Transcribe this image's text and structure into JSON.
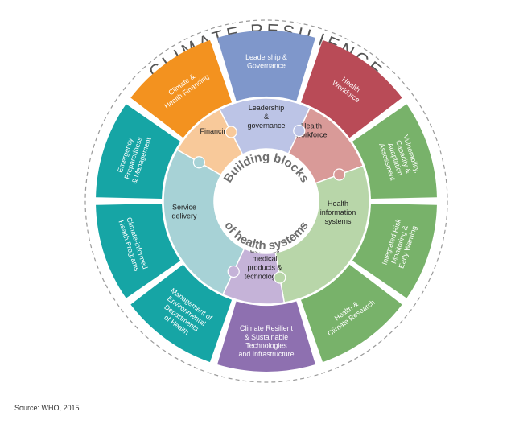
{
  "title": "CLIMATE RESILIENCE",
  "center_text_top": "Building blocks",
  "center_text_bottom": "of health systems",
  "outer_segments": [
    {
      "lines": [
        "Leadership &",
        "Governance"
      ],
      "color": "#7f97cb"
    },
    {
      "lines": [
        "Health",
        "Workforce"
      ],
      "color": "#b94b57"
    },
    {
      "lines": [
        "Vulnerability,",
        "Capacity &",
        "Adaptation",
        "Assessment"
      ],
      "color": "#78b26a"
    },
    {
      "lines": [
        "Integrated Risk",
        "Monitoring &",
        "Early Warning"
      ],
      "color": "#78b26a"
    },
    {
      "lines": [
        "Health &",
        "Climate Research"
      ],
      "color": "#78b26a"
    },
    {
      "lines": [
        "Climate Resilient",
        "& Sustainable",
        "Technologies",
        "and Infrastructure"
      ],
      "color": "#8e70b0"
    },
    {
      "lines": [
        "Management of",
        "Environmental",
        "Departments",
        "of Health"
      ],
      "color": "#16a5a5"
    },
    {
      "lines": [
        "Climate-informed",
        "Health Programs"
      ],
      "color": "#16a5a5"
    },
    {
      "lines": [
        "Emergency",
        "Preparedness",
        "& Management"
      ],
      "color": "#16a5a5"
    },
    {
      "lines": [
        "Climate &",
        "Health Financing"
      ],
      "color": "#f3921f"
    }
  ],
  "inner_blocks": [
    {
      "lines": [
        "Leadership",
        "&",
        "governance"
      ],
      "color": "#bcc4e6"
    },
    {
      "lines": [
        "Health",
        "workforce"
      ],
      "color": "#d99a98"
    },
    {
      "lines": [
        "Health",
        "information",
        "systems"
      ],
      "color": "#b8d6a9"
    },
    {
      "lines": [
        "Essential",
        "medical",
        "products &",
        "technologies"
      ],
      "color": "#c5b3d8"
    },
    {
      "lines": [
        "Service",
        "delivery"
      ],
      "color": "#a7d2d6"
    },
    {
      "lines": [
        "Financing"
      ],
      "color": "#f8c99a"
    }
  ],
  "source": "Source: WHO, 2015."
}
